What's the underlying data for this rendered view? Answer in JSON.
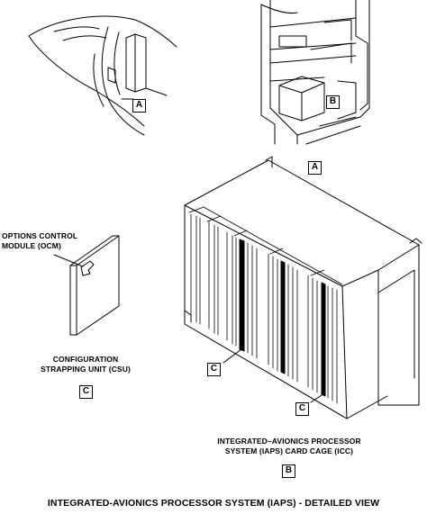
{
  "callouts": {
    "a_nose": "A",
    "b_rack": "B",
    "a_ref": "A",
    "c_csu": "C",
    "b_ref": "B",
    "c_cage_upper": "C",
    "c_cage_lower": "C"
  },
  "labels": {
    "ocm_line1": "OPTIONS CONTROL",
    "ocm_line2": "MODULE (OCM)",
    "csu_line1": "CONFIGURATION",
    "csu_line2": "STRAPPING UNIT (CSU)",
    "icc_line1": "INTEGRATED–AVIONICS PROCESSOR",
    "icc_line2": "SYSTEM (IAPS) CARD CAGE (ICC)"
  },
  "title": "INTEGRATED-AVIONICS PROCESSOR SYSTEM (IAPS) - DETAILED VIEW"
}
